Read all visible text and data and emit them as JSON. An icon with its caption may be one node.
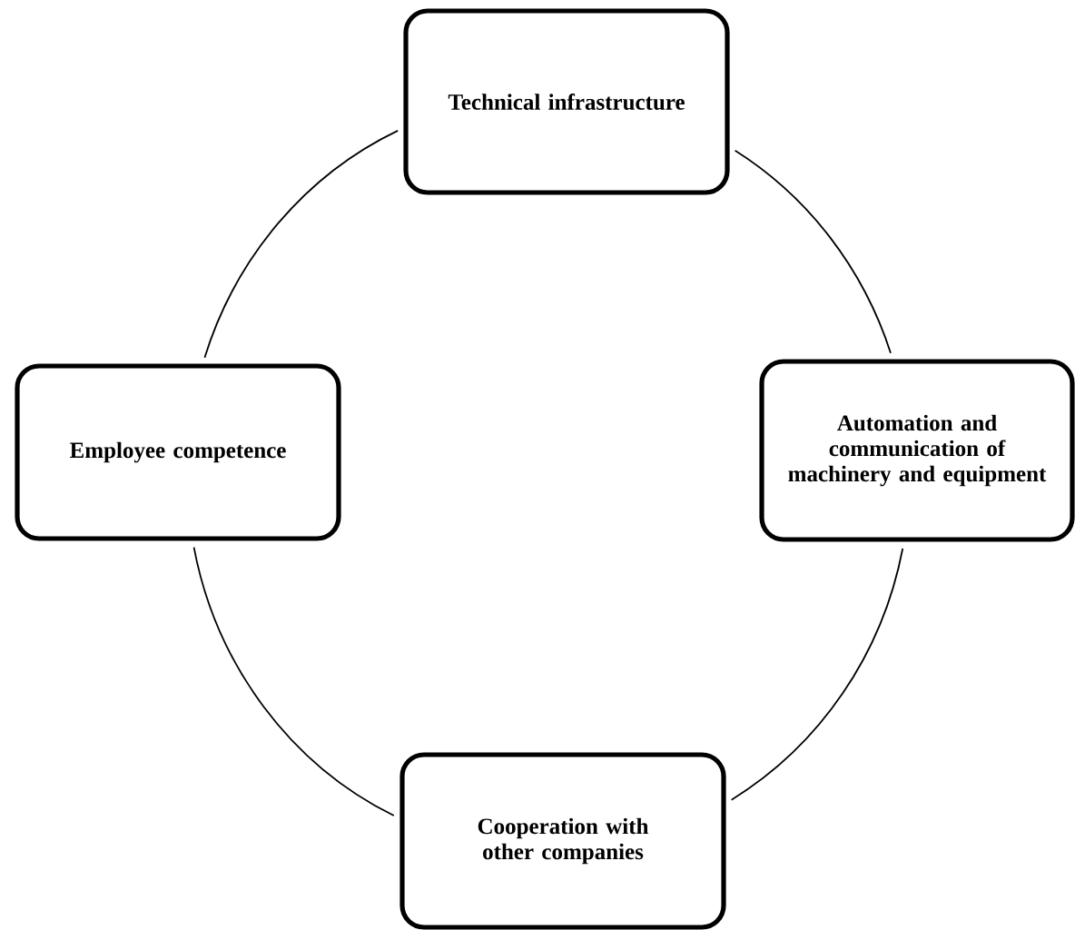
{
  "diagram": {
    "nodes": [
      {
        "text": [
          "Technical infrastructure"
        ]
      },
      {
        "text": [
          "Employee competence"
        ]
      },
      {
        "text": [
          "Automation and communication of machinery and equipment"
        ]
      },
      {
        "text": [
          "Cooperation with other companies"
        ]
      }
    ],
    "edges": [
      {
        "from": 0,
        "to": 2,
        "arrow": "none"
      },
      {
        "from": 2,
        "to": 3,
        "arrow": "none"
      },
      {
        "from": 3,
        "to": 1,
        "arrow": "none"
      },
      {
        "from": 1,
        "to": 0,
        "arrow": "none"
      }
    ]
  }
}
